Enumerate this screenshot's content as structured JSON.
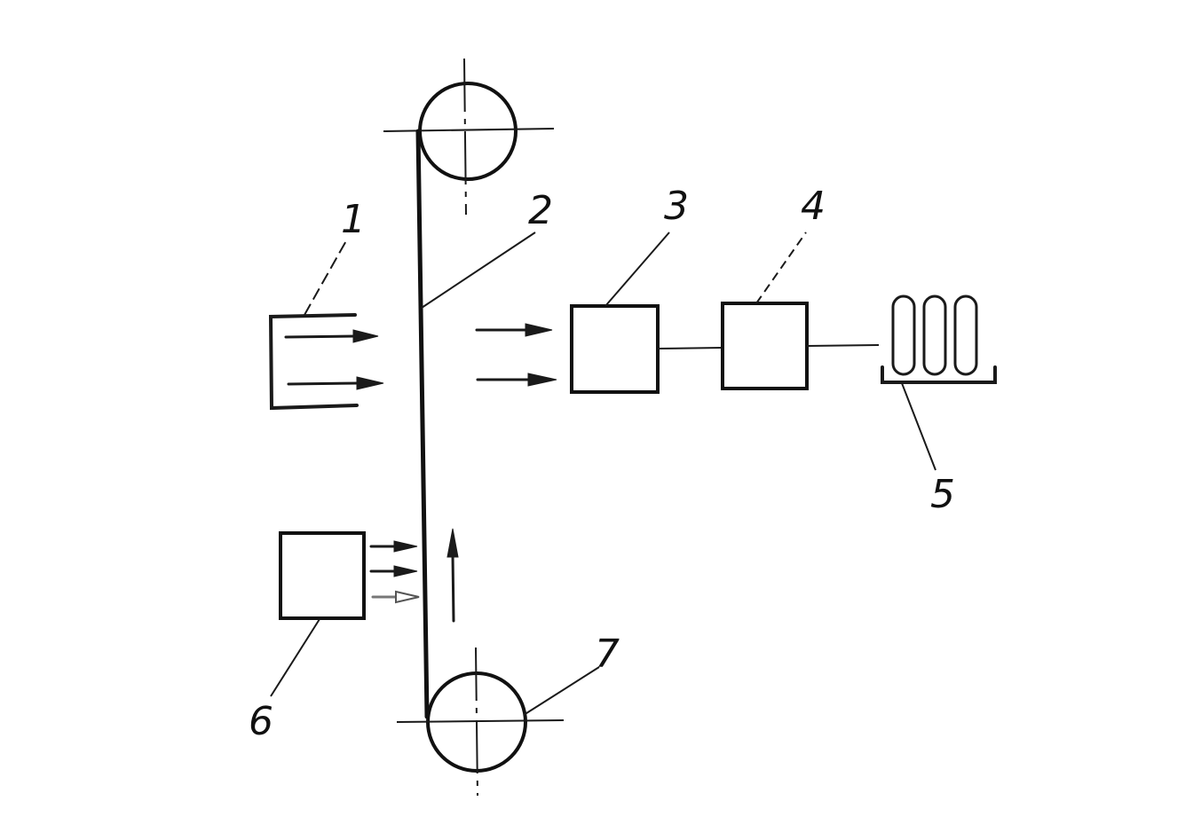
{
  "diagram": {
    "labels": {
      "source": "1",
      "belt": "2",
      "detector": "3",
      "processor": "4",
      "sorter": "5",
      "heater": "6",
      "lower_pulley": "7"
    },
    "colors": {
      "ink": "#111111",
      "background": "#ffffff"
    },
    "icons": {
      "pulley": "pulley-icon",
      "arrow": "arrow-right-icon",
      "direction": "arrow-up-icon"
    }
  }
}
